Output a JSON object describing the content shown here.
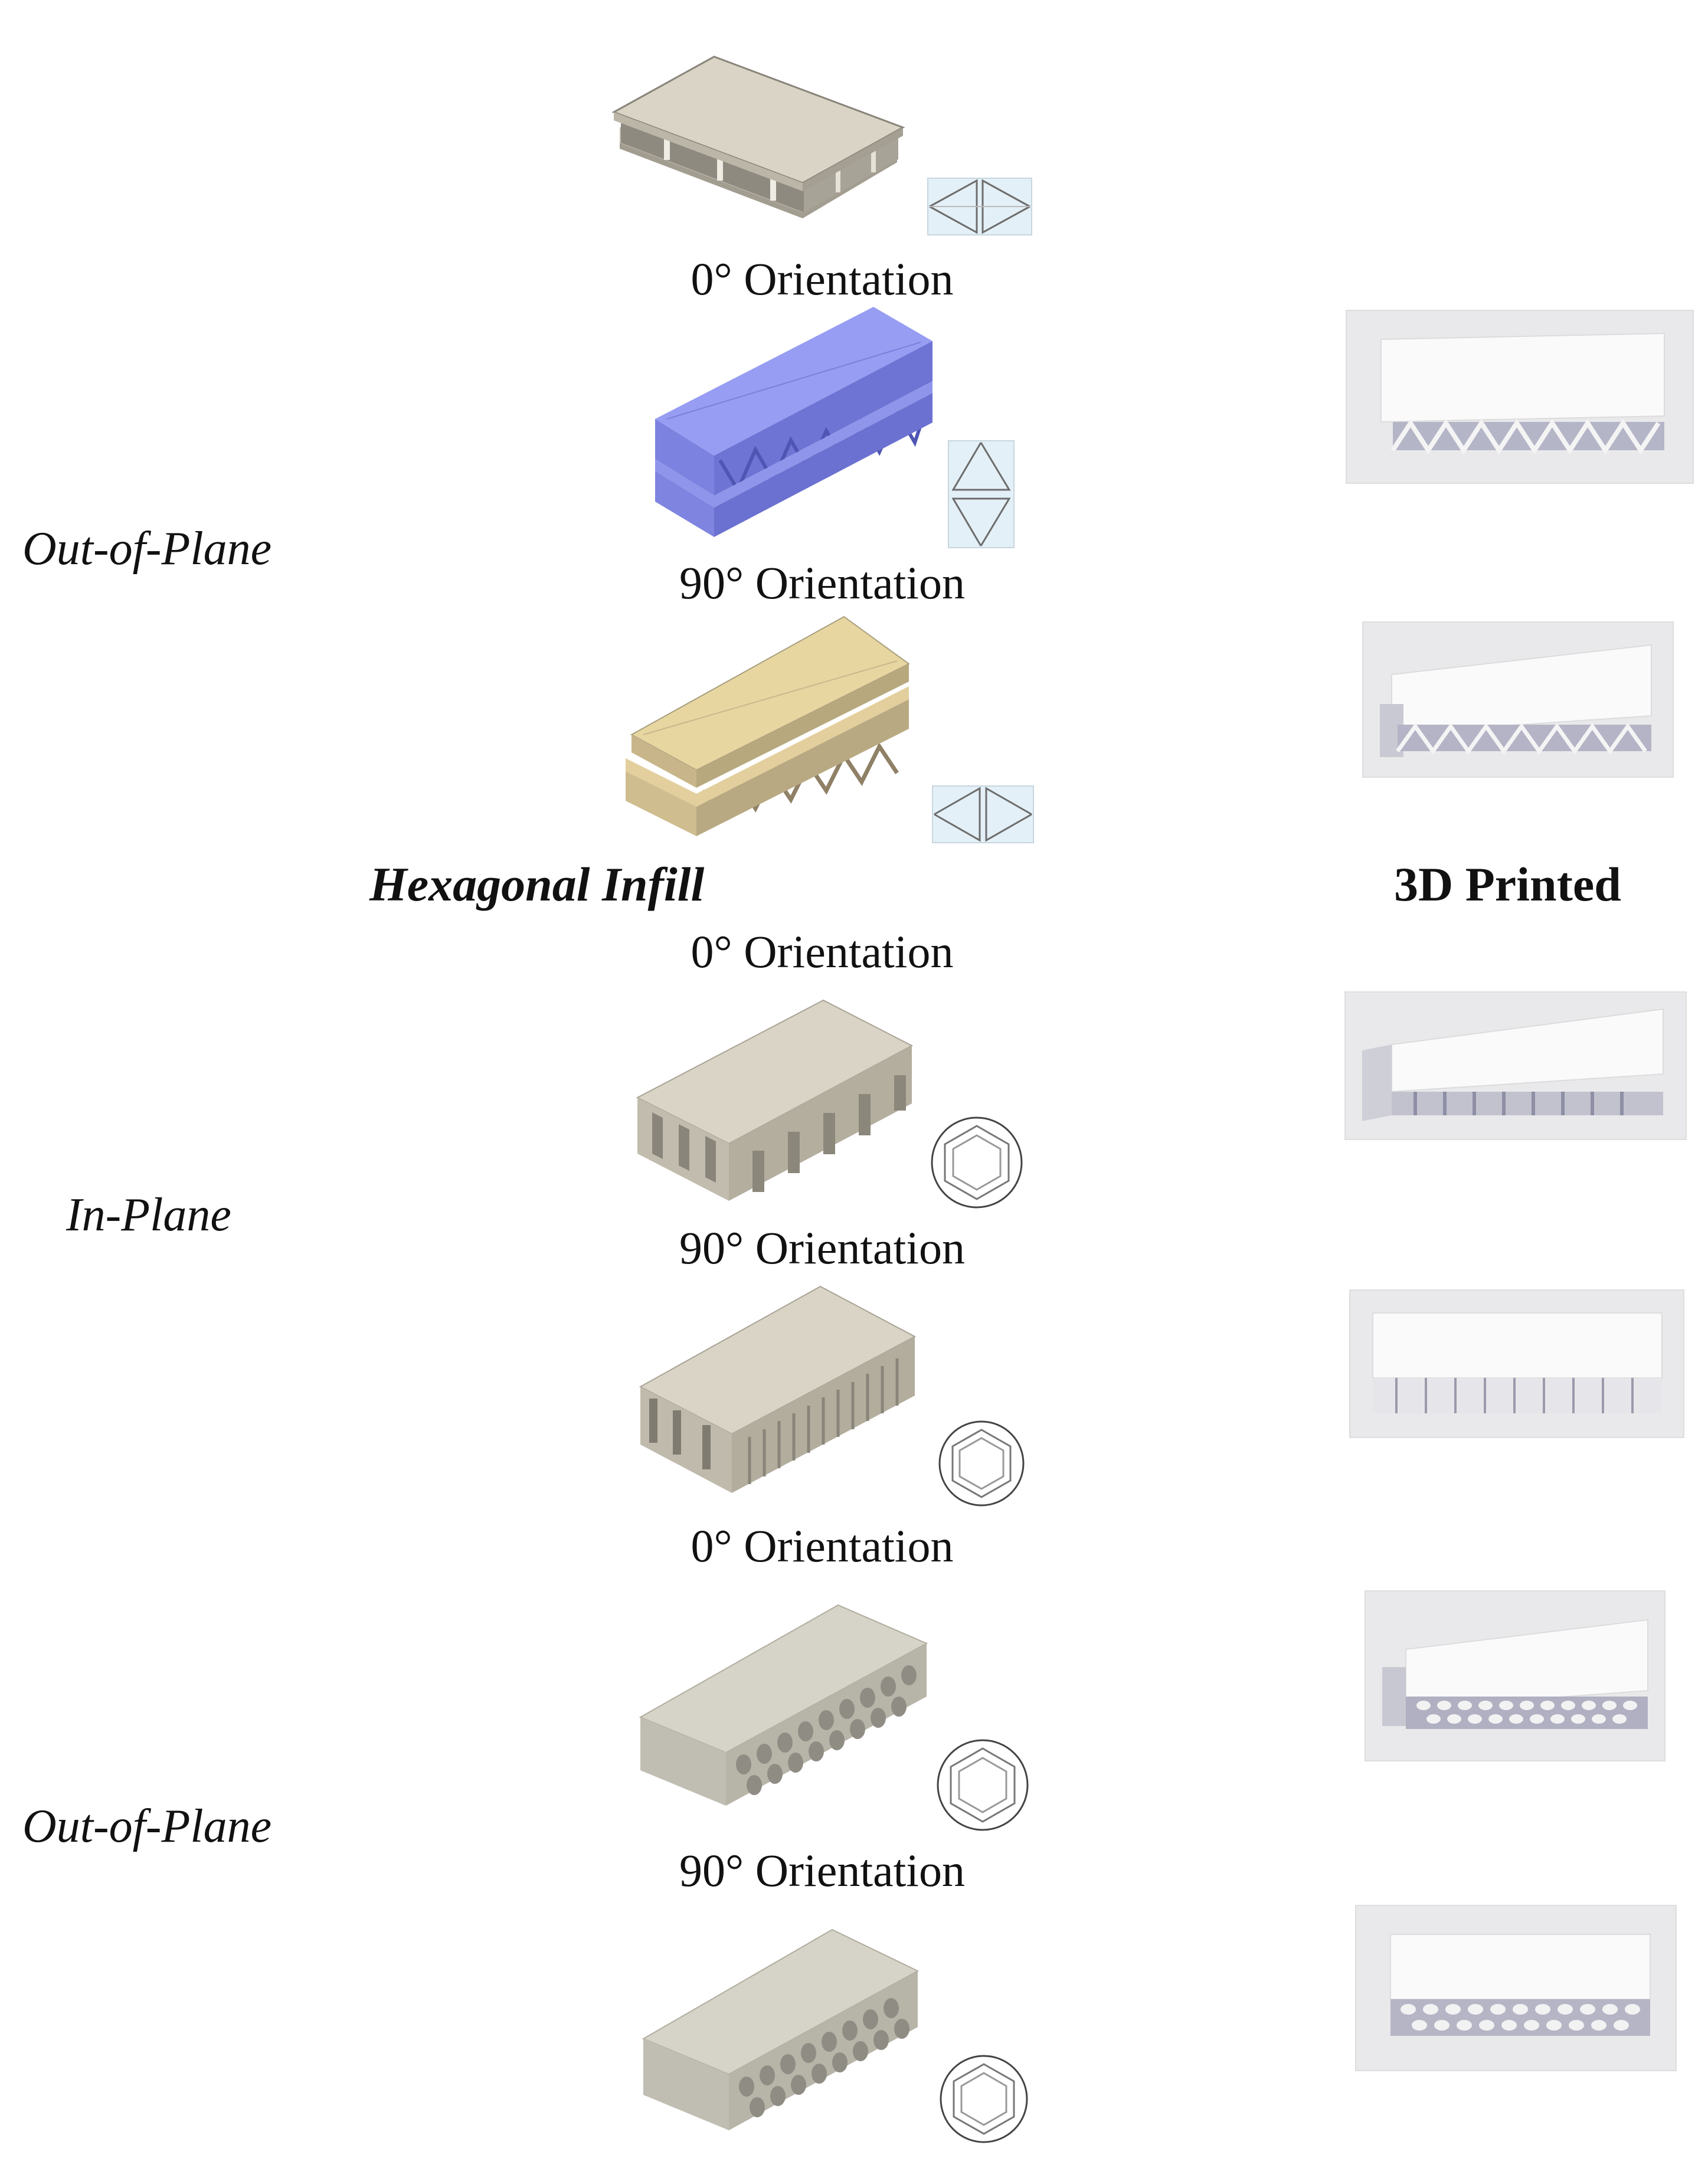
{
  "rows": [
    {
      "label": "0° Orientation"
    },
    {
      "label": "90° Orientation"
    },
    {
      "label": "0° Orientation"
    },
    {
      "label": "90° Orientation"
    },
    {
      "label": "0° Orientation"
    },
    {
      "label": "90° Orientation"
    }
  ],
  "side_labels": [
    "Out-of-Plane",
    "In-Plane",
    "Out-of-Plane"
  ],
  "headings": {
    "infill": "Hexagonal Infill",
    "printed": "3D Printed"
  },
  "colors": {
    "beige": "#dad4c6",
    "blue": "#8e96ee",
    "yellow": "#e6d39b",
    "grey": "#cfccc2"
  }
}
